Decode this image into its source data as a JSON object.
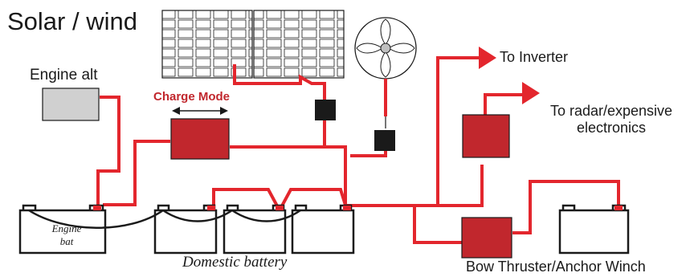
{
  "title": "Solar / wind",
  "labels": {
    "engine_alt": "Engine alt",
    "charge_mode": "Charge Mode",
    "to_inverter": "To Inverter",
    "to_radar_line1": "To radar/expensive",
    "to_radar_line2": "electronics",
    "bow_thruster": "Bow Thruster/Anchor Winch",
    "engine_bat_line1": "Engine",
    "engine_bat_line2": "bat",
    "domestic_battery": "Domestic battery"
  },
  "colors": {
    "wire": "#e3262d",
    "charger_fill": "#c1272d",
    "alternator_fill": "#d0d0d0",
    "controller_fill": "#1a1a1a",
    "outline": "#1a1a1a"
  }
}
